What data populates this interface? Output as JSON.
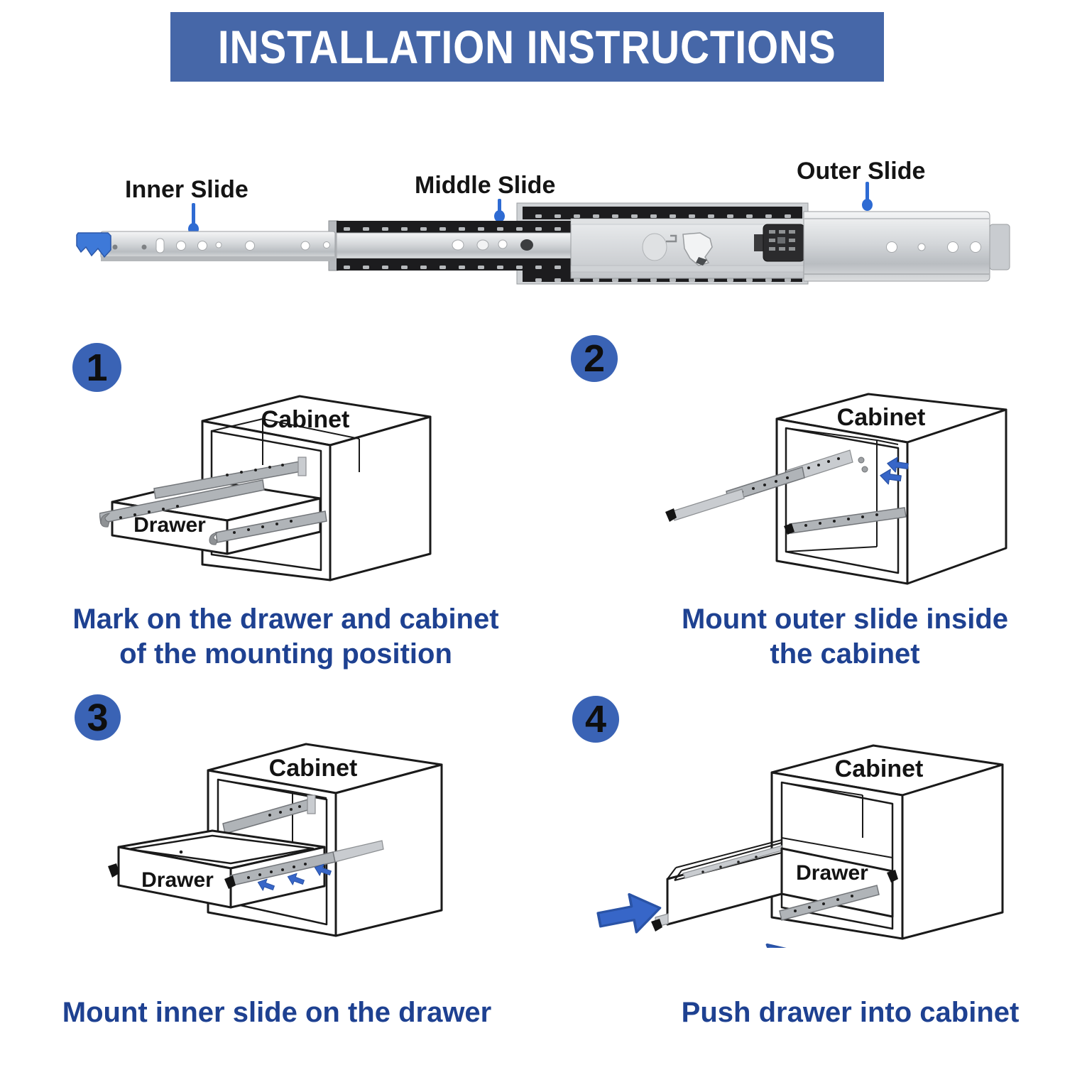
{
  "title": "INSTALLATION INSTRUCTIONS",
  "slide_figure": {
    "inner_label": "Inner Slide",
    "middle_label": "Middle Slide",
    "outer_label": "Outer Slide"
  },
  "steps": [
    {
      "number": "1",
      "cabinet_label": "Cabinet",
      "drawer_label": "Drawer",
      "caption_lines": [
        "Mark on the drawer and cabinet",
        "of the mounting position"
      ]
    },
    {
      "number": "2",
      "cabinet_label": "Cabinet",
      "caption_lines": [
        "Mount outer slide inside",
        "the cabinet"
      ]
    },
    {
      "number": "3",
      "cabinet_label": "Cabinet",
      "drawer_label": "Drawer",
      "caption_lines": [
        "Mount inner slide on the drawer"
      ]
    },
    {
      "number": "4",
      "cabinet_label": "Cabinet",
      "drawer_label": "Drawer",
      "caption_lines": [
        "Push drawer into cabinet"
      ]
    }
  ],
  "colors": {
    "banner_bg": "#4667A8",
    "banner_text": "#FFFFFF",
    "step_badge_blue": "#3A63B5",
    "caption_blue": "#1E4191",
    "pointer_pin_blue": "#2E6BD3",
    "arrow_blue": "#3766C8",
    "latch_blue": "#3E79D8",
    "line_black": "#1A1A1A"
  }
}
